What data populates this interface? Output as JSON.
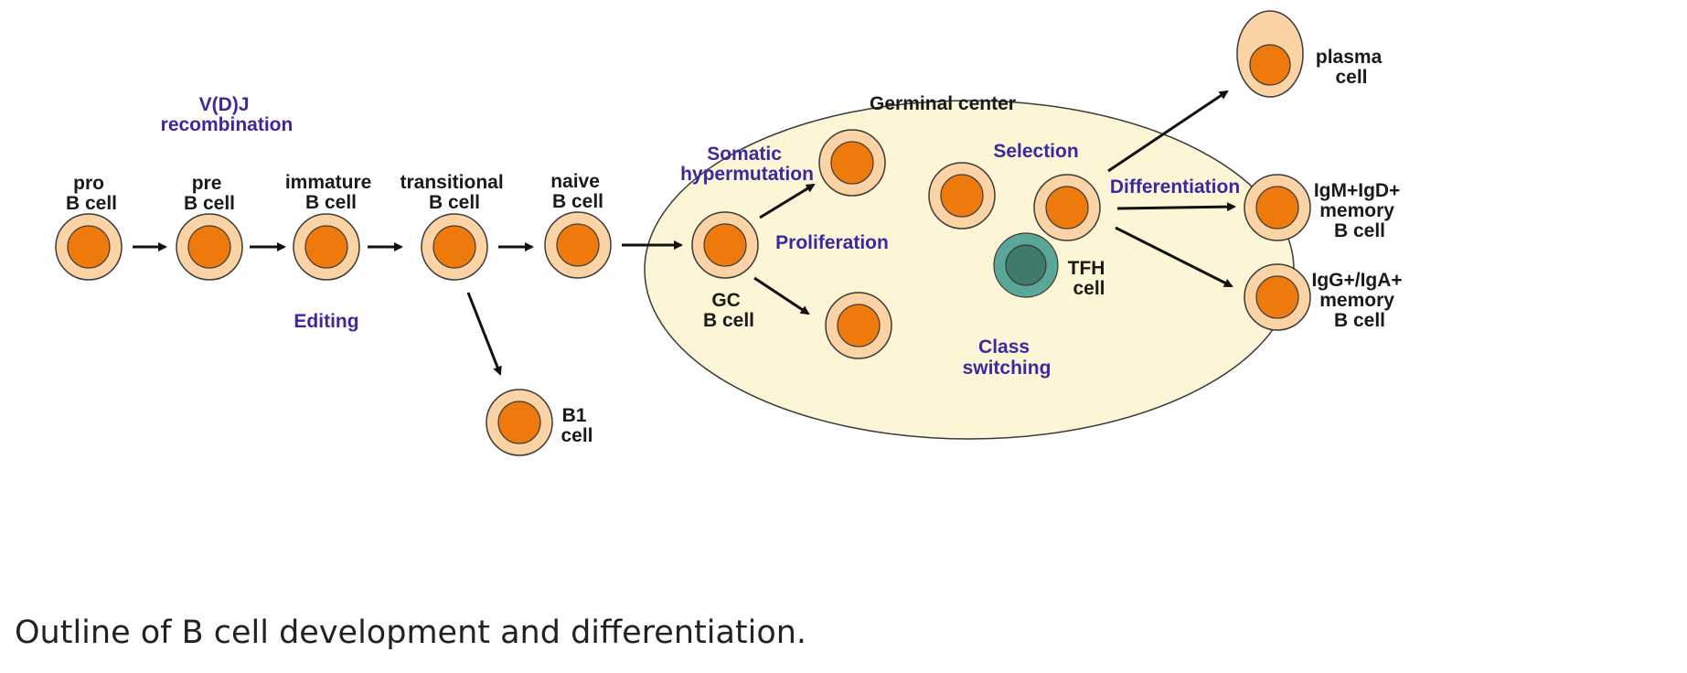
{
  "colors": {
    "cell_outer": "#fcd3a4",
    "cell_nucleus": "#ee7a0c",
    "outline": "#3a3a3a",
    "germinal_center_fill": "#fcf6d6",
    "tfh_outer": "#5aa79a",
    "tfh_nucleus": "#3f7a6c",
    "process_text": "#3a2aa0",
    "label_text": "#1a1a1a"
  },
  "labels": {
    "pro_b_cell": [
      "pro",
      "B cell"
    ],
    "pre_b_cell": [
      "pre",
      "B cell"
    ],
    "immature_b_cell": [
      "immature",
      "B cell"
    ],
    "transitional_b_cell": [
      "transitional",
      "B cell"
    ],
    "naive_b_cell": [
      "naive",
      "B cell"
    ],
    "b1_cell": [
      "B1",
      "cell"
    ],
    "gc_b_cell": [
      "GC",
      "B cell"
    ],
    "tfh_cell": [
      "TFH",
      "cell"
    ],
    "germinal_center": "Germinal center",
    "plasma_cell": [
      "plasma",
      "cell"
    ],
    "igm_memory": [
      "IgM+IgD+",
      "memory",
      "B cell"
    ],
    "igg_memory": [
      "IgG+/IgA+",
      "memory",
      "B cell"
    ]
  },
  "processes": {
    "vdj": [
      "V(D)J",
      "recombination"
    ],
    "editing": "Editing",
    "somatic": [
      "Somatic",
      "hypermutation"
    ],
    "proliferation": "Proliferation",
    "selection": "Selection",
    "class_switching": [
      "Class",
      "switching"
    ],
    "differentiation": "Differentiation"
  },
  "caption": "Outline of B cell development and differentiation."
}
